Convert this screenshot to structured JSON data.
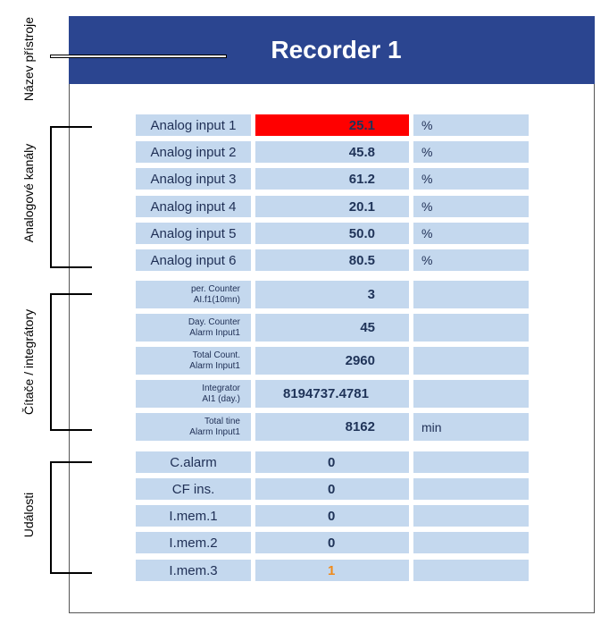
{
  "header": {
    "title": "Recorder 1"
  },
  "side": {
    "device_name": "Název přístroje",
    "analog": "Analogové kanály",
    "counters": "Čítače / integrátory",
    "events": "Události"
  },
  "analog_rows": [
    {
      "label": "Analog input 1",
      "value": "25.1",
      "unit": "%"
    },
    {
      "label": "Analog input 2",
      "value": "45.8",
      "unit": "%"
    },
    {
      "label": "Analog input 3",
      "value": "61.2",
      "unit": "%"
    },
    {
      "label": "Analog input 4",
      "value": "20.1",
      "unit": "%"
    },
    {
      "label": "Analog input 5",
      "value": "50.0",
      "unit": "%"
    },
    {
      "label": "Analog input 6",
      "value": "80.5",
      "unit": "%"
    }
  ],
  "counter_rows": [
    {
      "line1": "per. Counter",
      "line2": "AI.f1(10mn)",
      "value": "3",
      "unit": ""
    },
    {
      "line1": "Day. Counter",
      "line2": "Alarm Input1",
      "value": "45",
      "unit": ""
    },
    {
      "line1": "Total Count.",
      "line2": "Alarm Input1",
      "value": "2960",
      "unit": ""
    },
    {
      "line1": "Integrator",
      "line2": "AI1 (day.)",
      "value": "8194737.4781",
      "unit": ""
    },
    {
      "line1": "Total tine",
      "line2": "Alarm Input1",
      "value": "8162",
      "unit": "min"
    }
  ],
  "event_rows": [
    {
      "label": "C.alarm",
      "value": "0"
    },
    {
      "label": "CF ins.",
      "value": "0"
    },
    {
      "label": "I.mem.1",
      "value": "0"
    },
    {
      "label": "I.mem.2",
      "value": "0"
    },
    {
      "label": "I.mem.3",
      "value": "1"
    }
  ],
  "colors": {
    "header_bg": "#2b4590",
    "cell_bg": "#c4d8ee",
    "alarm_bg": "#ff0000",
    "highlight_text": "#f08a1a"
  }
}
